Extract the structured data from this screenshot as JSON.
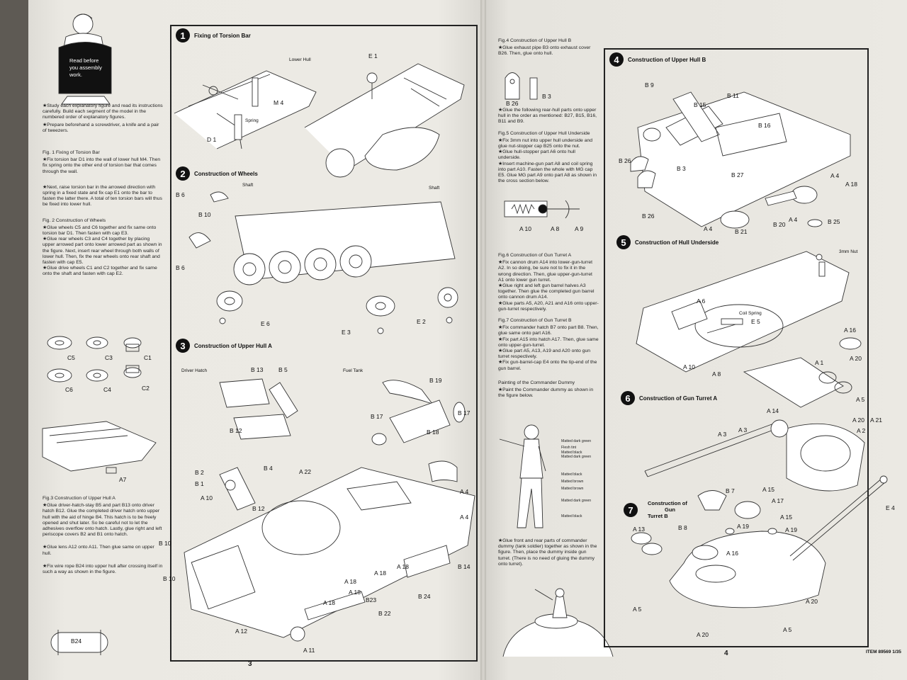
{
  "intro": {
    "bubble": [
      "Read before",
      "you assembly",
      "work."
    ],
    "bullets": [
      "★Study each explanatory figure and read its instructions carefully. Build each segment of the model in the numbered order of explanatory figures.",
      "★Prepare beforehand a screwdriver, a knife and a pair of tweezers."
    ]
  },
  "left_column": [
    {
      "title": "Fig. 1 Fixing of Torsion Bar",
      "body": "★Fix torsion bar D1 into the wall of lower hull M4. Then fix spring onto the other end of torsion bar that comes through the wall."
    },
    {
      "title": "",
      "body": "★Next, raise torsion bar in the arrowed direction with spring in a fixed state and fix cap E1 onto the bar to fasten the latter there. A total of ten torsion bars will thus be fixed into lower hull."
    },
    {
      "title": "Fig. 2 Construction of Wheels",
      "body": "★Glue wheels C5 and C6 together and fix same onto torsion bar D1. Then fasten with cap E3.\n★Glue rear wheels C3 and C4 together by placing upper arrowed part onto lower arrowed part as shown in the figure. Next, insert rear wheel through both walls of lower hull. Then, fix the rear wheels onto rear shaft and fasten with cap E5.\n★Glue drive wheels C1 and C2 together and fix same onto the shaft and fasten with cap E2."
    }
  ],
  "left_column_lower": [
    {
      "title": "Fig.3 Construction of Upper Hull A",
      "body": "★Glue driver-hatch-stay B5 and part B13 onto driver hatch B12. Glue the completed driver hatch onto upper hull with the aid of hinge B4. This hatch is to be freely opened and shut later. So be careful not to let the adhesives overflow onto hatch. Lastly, glue right and left periscope covers B2 and B1 onto hatch."
    },
    {
      "title": "",
      "body": "★Glue lens A12 onto A11. Then glue same on upper hull."
    },
    {
      "title": "",
      "body": "★Fix wire rope B24 into upper hull after crossing itself in such a way as shown in the figure."
    }
  ],
  "wheel_parts": [
    "C5",
    "C3",
    "C1",
    "C6",
    "C4",
    "C2"
  ],
  "misc_labels": {
    "a7": "A7",
    "b24": "B24"
  },
  "step1": {
    "num": "1",
    "title": "Fixing of Torsion Bar",
    "labels": {
      "lower_hull": "Lower Hull",
      "m4": "M 4",
      "spring": "Spring",
      "d1": "D 1",
      "e1": "E 1"
    }
  },
  "step2": {
    "num": "2",
    "title": "Construction of Wheels",
    "labels": {
      "b6a": "B 6",
      "b6b": "B 6",
      "b10": "B 10",
      "shaft1": "Shaft",
      "shaft2": "Shaft",
      "e6": "E 6",
      "e3": "E 3",
      "e2": "E 2"
    }
  },
  "step3": {
    "num": "3",
    "title": "Construction of Upper Hull A",
    "labels": {
      "driver_hatch": "Driver Hatch",
      "fuel_tank": "Fuel Tank",
      "b13": "B 13",
      "b5": "B 5",
      "b12": "B 12",
      "b19": "B 19",
      "b17a": "B 17",
      "b17b": "B 17",
      "b18": "B 18",
      "b2": "B 2",
      "b1": "B 1",
      "b4": "B 4",
      "a22": "A 22",
      "a10": "A 10",
      "b12b": "B 12",
      "a4a": "A 4",
      "a4b": "A 4",
      "b10a": "B 10",
      "b10b": "B 10",
      "a18a": "A 18",
      "a18b": "A 18",
      "a18c": "A 18",
      "a18d": "A 18",
      "a18e": "A 18",
      "b14": "B 14",
      "b24": "B 24",
      "b23": "B23",
      "b22": "B 22",
      "a12": "A 12",
      "a11": "A 11"
    }
  },
  "right_text": [
    {
      "title": "Fig.4 Construction of Upper Hull B",
      "body": "★Glue exhaust pipe B3 onto exhaust cover B26. Then, glue onto hull."
    },
    {
      "title": "",
      "body": "★Glue the following rear-hull parts onto upper hull in the order as mentioned: B27, B15, B16, B11 and B9."
    },
    {
      "title": "Fig.5 Construction of Upper Hull Underside",
      "body": "★Fix 3mm nut into upper hull underside and glue nut-stopper cap B25 onto the nut.\n★Glue hull-stopper part A6 onto hull underside.\n★Insert machine-gun part A8 and coil spring into part A10. Fasten the whole with MG cap E5. Glue MG part A9 onto part A8 as shown in the cross section below."
    },
    {
      "title": "Fig.6 Construction of Gun Turret A",
      "body": "★Fix cannon drum A14 into lower-gun-turret A2. In so doing, be sure not to fix it in the wrong direction. Then, glue upper-gun-turret A1 onto lower gun turret.\n★Glue right and left gun barrel halves A3 together. Then glue the completed gun barrel onto cannon drum A14.\n★Glue parts A5, A20, A21 and A16 onto upper-gun-turret respectively."
    },
    {
      "title": "Fig.7 Construction of Gun Turret B",
      "body": "★Fix commander hatch B7 onto part B8. Then, glue same onto part A16.\n★Fix part A15 into hatch A17. Then, glue same onto upper-gun-turret.\n★Glue part A5, A13, A19 and A20 onto gun turret respectively.\n★Fix gun-barrel-cap E4 onto the tip-end of the gun barrel."
    },
    {
      "title": "Painting of the Commander Dummy",
      "body": "★Paint the Commander dummy as shown in the figure below."
    }
  ],
  "exhaust_labels": {
    "b26": "B 26",
    "b3": "B 3"
  },
  "mg_labels": {
    "a10": "A 10",
    "a8": "A 8",
    "a9": "A 9"
  },
  "paint_notes": [
    "Matted dark green",
    "Flesh tint",
    "Matted black",
    "Matted dark green",
    "Matted black",
    "Matted brown",
    "Matted brown",
    "Matted dark green",
    "Matted black"
  ],
  "dummy_note": "★Glue front and rear parts of commander dummy (tank soldier) together as shown in the figure. Then, place the dummy inside gun turret. (There is no need of gluing the dummy onto turret).",
  "step4": {
    "num": "4",
    "title": "Construction of Upper Hull B",
    "labels": {
      "b9": "B 9",
      "b11": "B 11",
      "b15": "B 15",
      "b16": "B 16",
      "b27": "B 27",
      "b26a": "B 26",
      "b26b": "B 26",
      "b3": "B 3",
      "a4a": "A 4",
      "a4b": "A 4",
      "a4c": "A 4",
      "a18": "A 18",
      "b21": "B 21",
      "b20": "B 20",
      "b25": "B 25"
    }
  },
  "step5": {
    "num": "5",
    "title": "Construction of Hull Underside",
    "labels": {
      "nut": "3mm Nut",
      "a6": "A 6",
      "coil": "Coil Spring",
      "e5": "E 5",
      "a10": "A 10",
      "a8": "A 8"
    }
  },
  "step6": {
    "num": "6",
    "title": "Construction of        Gun Turret A",
    "labels": {
      "a16": "A 16",
      "a20a": "A 20",
      "a1": "A 1",
      "a5": "A 5",
      "a14": "A 14",
      "a3a": "A 3",
      "a3b": "A 3",
      "a20b": "A 20",
      "a21": "A 21",
      "a2": "A 2"
    }
  },
  "step7": {
    "num": "7",
    "title_line1": "Construction of",
    "title_line2": "Gun",
    "title_line3": "Turret B",
    "labels": {
      "b7": "B 7",
      "b8": "B 8",
      "a15a": "A 15",
      "a17": "A 17",
      "a15b": "A 15",
      "a13": "A 13",
      "a19a": "A 19",
      "a19b": "A 19",
      "a16": "A 16",
      "e4": "E 4",
      "a5a": "A 5",
      "a5b": "A 5",
      "a20a": "A 20",
      "a20b": "A 20"
    }
  },
  "footer": {
    "left_page": "3",
    "right_page": "4",
    "item": "ITEM 89569 1/35"
  }
}
